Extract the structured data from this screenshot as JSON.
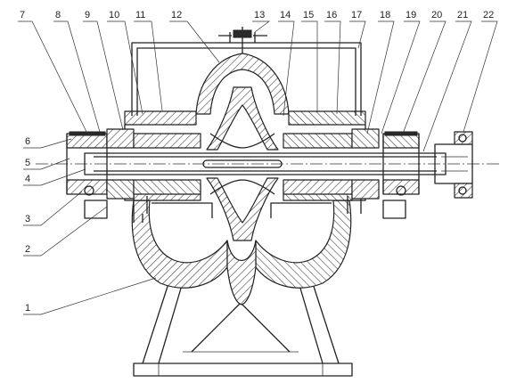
{
  "part_numbers_top": [
    "7",
    "8",
    "9",
    "10",
    "11",
    "12",
    "13",
    "14",
    "15",
    "16",
    "17",
    "18",
    "19",
    "20",
    "21",
    "22"
  ],
  "part_numbers_left": [
    "6",
    "5",
    "4",
    "3",
    "2",
    "1"
  ]
}
